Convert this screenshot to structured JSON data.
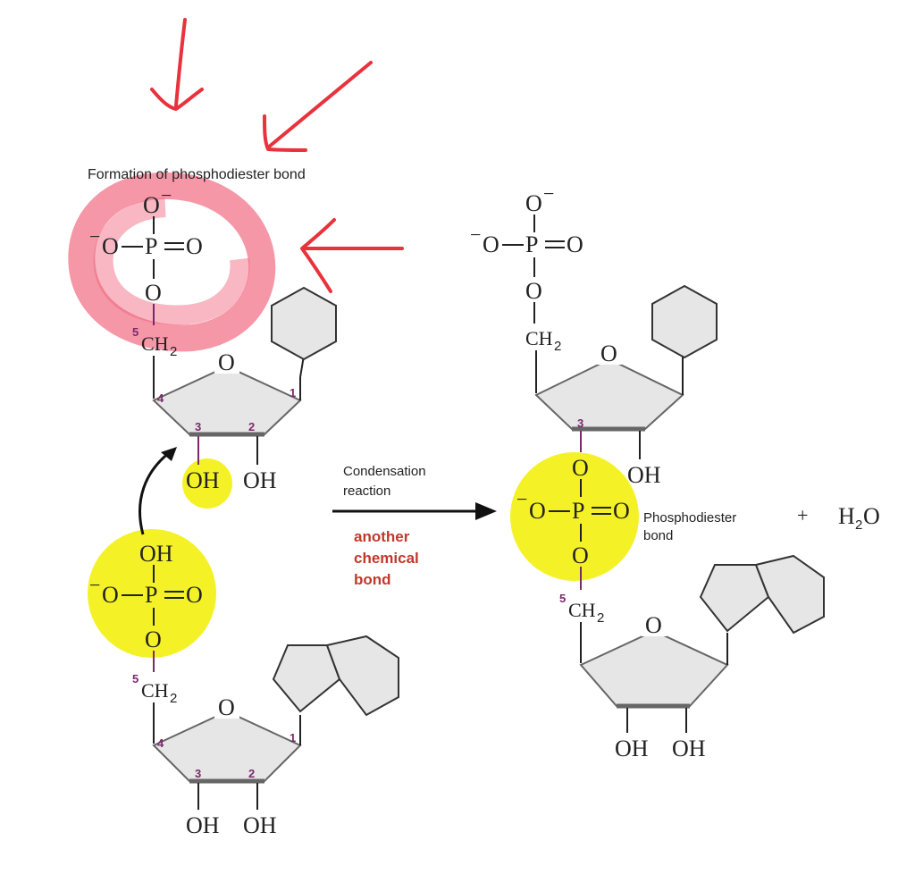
{
  "title": "Formation of phosphodiester bond",
  "reaction": {
    "label_line1": "Condensation",
    "label_line2": "reaction",
    "note_line1": "another",
    "note_line2": "chemical",
    "note_line3": "bond"
  },
  "labels": {
    "o_minus": "O",
    "minus": "−",
    "o": "O",
    "p": "P",
    "eq_o": "O",
    "ch2": "CH",
    "ch2_sub": "2",
    "five": "5",
    "oh": "OH",
    "ring_o": "O",
    "c1": "1",
    "c2": "2",
    "c3": "3",
    "c4": "4",
    "plus": "+",
    "h2o": "H",
    "h2o_sub": "2",
    "h2o_tail": "O",
    "bond_line1": "Phosphodiester",
    "bond_line2": "bond"
  },
  "colors": {
    "highlight_yellow": "#f2f000",
    "highlight_red": "#f06078",
    "annotation_red": "#e8323c",
    "ring_fill": "#e6e6e6",
    "ring_edge": "#666666",
    "carbon_number": "#7a2a6a"
  }
}
